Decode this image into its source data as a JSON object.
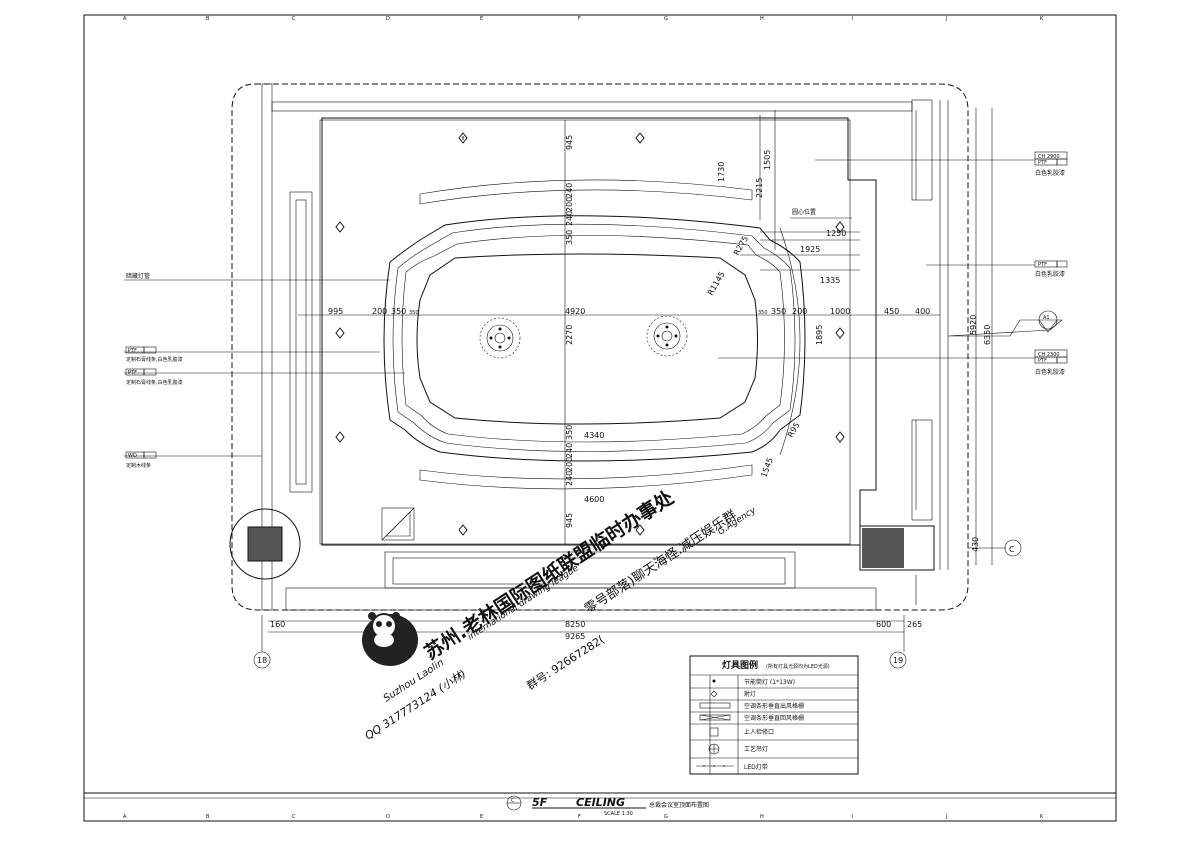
{
  "grid": {
    "cols": [
      "A",
      "B",
      "C",
      "D",
      "E",
      "F",
      "G",
      "H",
      "I",
      "J",
      "K"
    ]
  },
  "title_block": {
    "floor": "5F",
    "drawing_title": "CEILING",
    "scale": "SCALE 1:30",
    "drawing_name": "总裁会议室顶面布置图",
    "mark": "C"
  },
  "dimensions": {
    "horizontal_row": [
      "995",
      "200",
      "350",
      "350",
      "4920",
      "350",
      "350",
      "200",
      "1000",
      "450",
      "400"
    ],
    "bottom": [
      "160",
      "8250",
      "600",
      "265",
      "9265"
    ],
    "vertical_center": [
      "945",
      "240",
      "200",
      "240",
      "350",
      "2270",
      "350",
      "240",
      "200",
      "240",
      "945"
    ],
    "right": [
      "1730",
      "1505",
      "2215",
      "1250",
      "1925",
      "1335",
      "R275",
      "R1145",
      "1895",
      "R95",
      "1545",
      "5920",
      "6350",
      "430"
    ],
    "inner": [
      "4340",
      "4600"
    ]
  },
  "axes": {
    "left": "18",
    "right": "19",
    "side": "C"
  },
  "annotations": {
    "center_pos": "圆心位置",
    "hidden_light": "暗藏灯管",
    "left_tag1_code": "PTF",
    "left_tag1": "定制石膏线条,白色乳胶漆",
    "left_tag2_code": "PTF",
    "left_tag2": "定制石膏线条,白色乳胶漆",
    "left_tag3_code": "WD",
    "left_tag3": "定制木线条",
    "right_tag1_code": "CH 2900",
    "right_tag1_sub": "PTF",
    "right_tag1": "白色乳胶漆",
    "right_tag2_code": "PTF",
    "right_tag2": "白色乳胶漆",
    "right_tag3_code": "CH 2300",
    "right_tag3_sub": "PTF",
    "right_tag3": "白色乳胶漆",
    "section_mark": "A1"
  },
  "legend": {
    "title": "灯具图例",
    "note": "(所有灯具光源均为LED光源)",
    "items": [
      {
        "symbol": "dot",
        "label": "节能筒灯 (1*13W)"
      },
      {
        "symbol": "diamond",
        "label": "射灯"
      },
      {
        "symbol": "supply",
        "label": "空调条形垂直出风格栅"
      },
      {
        "symbol": "return",
        "label": "空调条形垂直回风格栅"
      },
      {
        "symbol": "hatch",
        "label": "上人检修口"
      },
      {
        "symbol": "pendant",
        "label": "工艺吊灯"
      },
      {
        "symbol": "led",
        "label": "LED灯带"
      }
    ]
  },
  "watermark": {
    "main": "苏州.老林国际图纸联盟临时办事处",
    "group": "零号部落)聊天海怪.减压娱乐群",
    "agency": "G.Agency",
    "intl": "international drawing league",
    "en_name": "Suzhou Laolin",
    "qq": "QQ 317773124 (小林)",
    "qun": "群号: 92667282("
  }
}
